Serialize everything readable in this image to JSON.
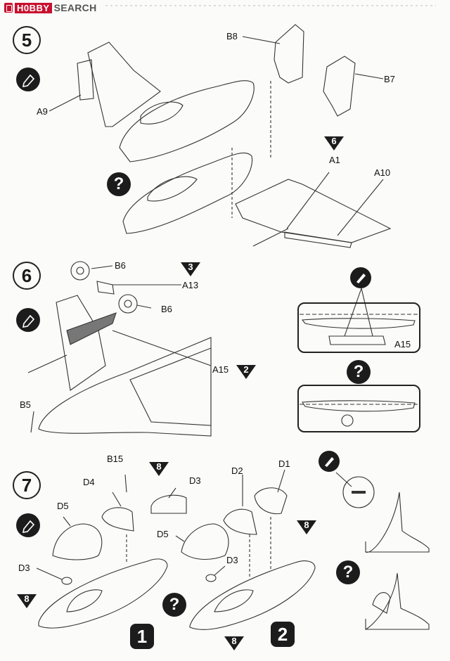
{
  "header": {
    "logo_part1": "H0BBY",
    "logo_part2": "SEARCH"
  },
  "steps": {
    "s5": {
      "num": "5"
    },
    "s6": {
      "num": "6"
    },
    "s7": {
      "num": "7"
    }
  },
  "labels": {
    "B8": "B8",
    "B7": "B7",
    "A9": "A9",
    "A1": "A1",
    "A10": "A10",
    "B6a": "B6",
    "B6b": "B6",
    "A13": "A13",
    "A15a": "A15",
    "A15b": "A15",
    "B5": "B5",
    "B15": "B15",
    "D4": "D4",
    "D5a": "D5",
    "D3a": "D3",
    "D3top": "D3",
    "D2": "D2",
    "D1": "D1",
    "D5b": "D5",
    "D3b": "D3"
  },
  "markers": {
    "tri6": "6",
    "tri3": "3",
    "tri2": "2",
    "tri8a": "8",
    "tri8b": "8",
    "tri8c": "8",
    "tri8d": "8"
  },
  "qmark": "?",
  "variants": {
    "v1": "1",
    "v2": "2"
  },
  "colors": {
    "accent": "#c8102e",
    "ink": "#1c1c1c",
    "paper": "#fbfbfa"
  }
}
